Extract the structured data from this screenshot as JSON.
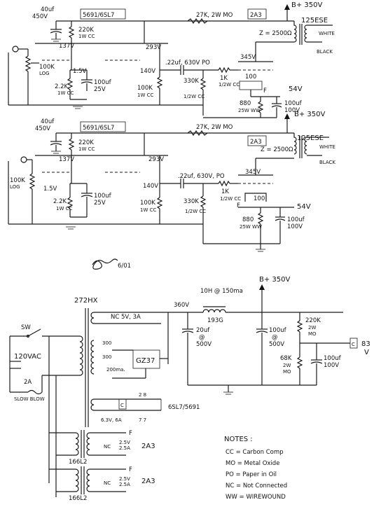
{
  "stage1": {
    "cap_in": "40uf",
    "volt_in": "450V",
    "tube_pair": "5691/6SL7",
    "res_plate": "220K",
    "res_plate_type": "1W CC",
    "v_plate1": "137V",
    "v_plate2": "293V",
    "pot": "100K",
    "pot_type": "LOG",
    "v_cath": "1.5V",
    "res_cath": "2.2K",
    "res_cath_type": "1W CC",
    "cap_cath": "100uf",
    "cap_cath_v": "25V",
    "v_grid": "140V",
    "res_grid": "100K",
    "res_grid_type": "1W CC",
    "drop_res": "27K, 2W MO",
    "out_tube": "2A3",
    "b_plus": "B+ 350V",
    "coupling": ".22uf, 630V PO",
    "v_output": "345V",
    "xfmr": "125ESE",
    "impedance": "Z = 2500Ω",
    "wire_white": "WHITE",
    "wire_black": "BLACK",
    "grid_stop": "1K",
    "grid_stop_type": "1/2W CC",
    "grid_leak": "330K",
    "grid_leak_type": "1/2W CC",
    "hum_pot": "100",
    "filament_f": "F",
    "v_bias": "54V",
    "cath_res": "880",
    "cath_res_type": "25W WW",
    "cath_cap": "100uf",
    "cath_cap_v": "100V"
  },
  "stage2": {
    "cap_in": "40uf",
    "volt_in": "450V",
    "tube_pair": "5691/6SL7",
    "res_plate": "220K",
    "res_plate_type": "1W CC",
    "v_plate1": "137V",
    "v_plate2": "293V",
    "pot": "100K",
    "pot_type": "LOG",
    "v_cath": "1.5V",
    "res_cath": "2.2K",
    "res_cath_type": "1W CC",
    "cap_cath": "100uf",
    "cap_cath_v": "25V",
    "v_grid": "140V",
    "res_grid": "100K",
    "res_grid_type": "1W CC",
    "drop_res": "27K, 2W MO",
    "out_tube": "2A3",
    "b_plus": "B+ 350V",
    "coupling": ".22uf, 630V, PO",
    "v_output": "345V",
    "xfmr": "125ESE",
    "impedance": "Z = 2500Ω",
    "wire_white": "WHITE",
    "wire_black": "BLACK",
    "grid_stop": "1K",
    "grid_stop_type": "1/2W CC",
    "grid_leak": "330K",
    "grid_leak_type": "1/2W CC",
    "hum_pot": "100",
    "filament_f": "F",
    "v_bias": "54V",
    "cath_res": "880",
    "cath_res_type": "25W WW",
    "cath_cap": "100uf",
    "cath_cap_v": "100V"
  },
  "signature": {
    "date": "6/01"
  },
  "psu": {
    "power_xfmr": "272HX",
    "switch": "SW",
    "ac_in": "120VAC",
    "fuse": "2A",
    "fuse_type": "SLOW BLOW",
    "tap_300a": "300",
    "tap_300b": "300",
    "tap_200ma": "200ma.",
    "rect_heater": "NC 5V, 3A",
    "rect_tube": "GZ37",
    "heater_label": "6.3V, 6A",
    "connector_c": "C",
    "pins_top": "2    8",
    "pins_bot": "7    7",
    "heater_tubes": "6SL7/5691",
    "v_rect": "360V",
    "choke": "10H @ 150ma",
    "choke_model": "193G",
    "b_plus": "B+ 350V",
    "cap1": "20uf",
    "cap1_at": "@",
    "cap1_v": "500V",
    "cap2": "100uf",
    "cap2_at": "@",
    "cap2_v": "500V",
    "bleed_top": "220K",
    "bleed_top_w": "2W",
    "bleed_top_t": "MO",
    "bleed_bot": "68K",
    "bleed_bot_w": "2W",
    "bleed_bot_t": "MO",
    "cap3": "100uf",
    "cap3_v": "100V",
    "out_conn": "C",
    "out_v": "83",
    "out_v_unit": "V"
  },
  "filament1": {
    "xfmr": "166L2",
    "nc": "NC",
    "v": "2.5V",
    "a": "2.5A",
    "tube": "2A3",
    "f": "F"
  },
  "filament2": {
    "xfmr": "166L2",
    "nc": "NC",
    "v": "2.5V",
    "a": "2.5A",
    "tube": "2A3",
    "f": "F"
  },
  "notes": {
    "title": "NOTES :",
    "lines": [
      "CC = Carbon Comp",
      "MO = Metal Oxide",
      "PO = Paper in Oil",
      "NC = Not Connected",
      "WW = WIREWOUND"
    ]
  }
}
